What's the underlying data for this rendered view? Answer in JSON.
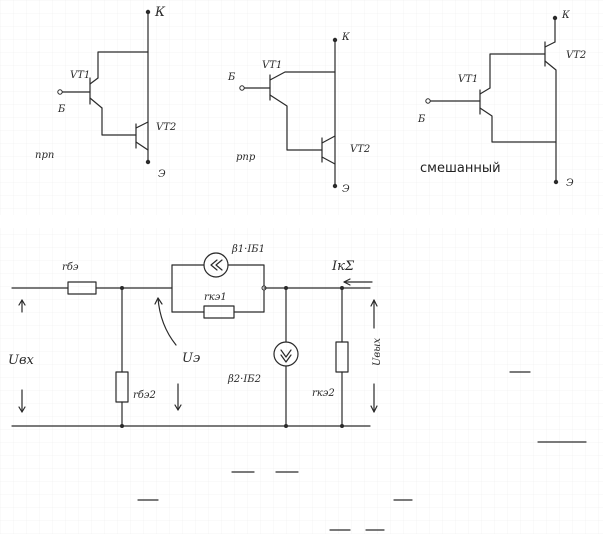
{
  "schemes": {
    "npn": {
      "collector": "К",
      "base": "Б",
      "emitter": "Э",
      "vt1": "VT1",
      "vt2": "VT2",
      "type": "npn"
    },
    "pnp": {
      "collector": "К",
      "base": "Б",
      "emitter": "Э",
      "vt1": "VT1",
      "vt2": "VT2",
      "type": "pnp"
    },
    "mixed": {
      "collector": "К",
      "base": "Б",
      "emitter": "Э",
      "vt1": "VT1",
      "vt2": "VT2",
      "type": "смешанный"
    }
  },
  "equivalent": {
    "r_b": "rбэ",
    "source1": "β1·IБ1",
    "r_k1": "rкэ1",
    "i_k": "IкΣ",
    "u_in": "Uвх",
    "u_e": "Uэ",
    "r_b2": "rбэ2",
    "source2": "β2·IБ2",
    "r_k2": "rкэ2",
    "u_out": "Uвых"
  }
}
